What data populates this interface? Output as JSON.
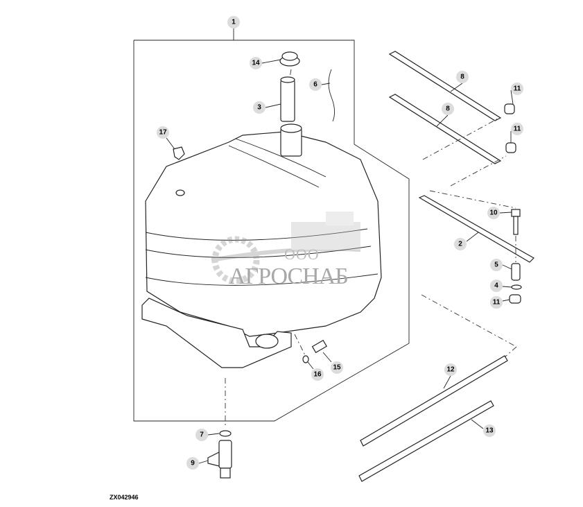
{
  "figure_code": "ZX042946",
  "watermark": {
    "prefix": "ООО",
    "name": "АГРОСНАБ"
  },
  "callouts": [
    "1",
    "14",
    "3",
    "6",
    "17",
    "8",
    "8",
    "11",
    "11",
    "10",
    "2",
    "5",
    "4",
    "11",
    "16",
    "15",
    "12",
    "13",
    "7",
    "9"
  ],
  "colors": {
    "callout_fill": "#dcdcdc",
    "line": "#222222",
    "watermark": "#a8a8a8"
  }
}
